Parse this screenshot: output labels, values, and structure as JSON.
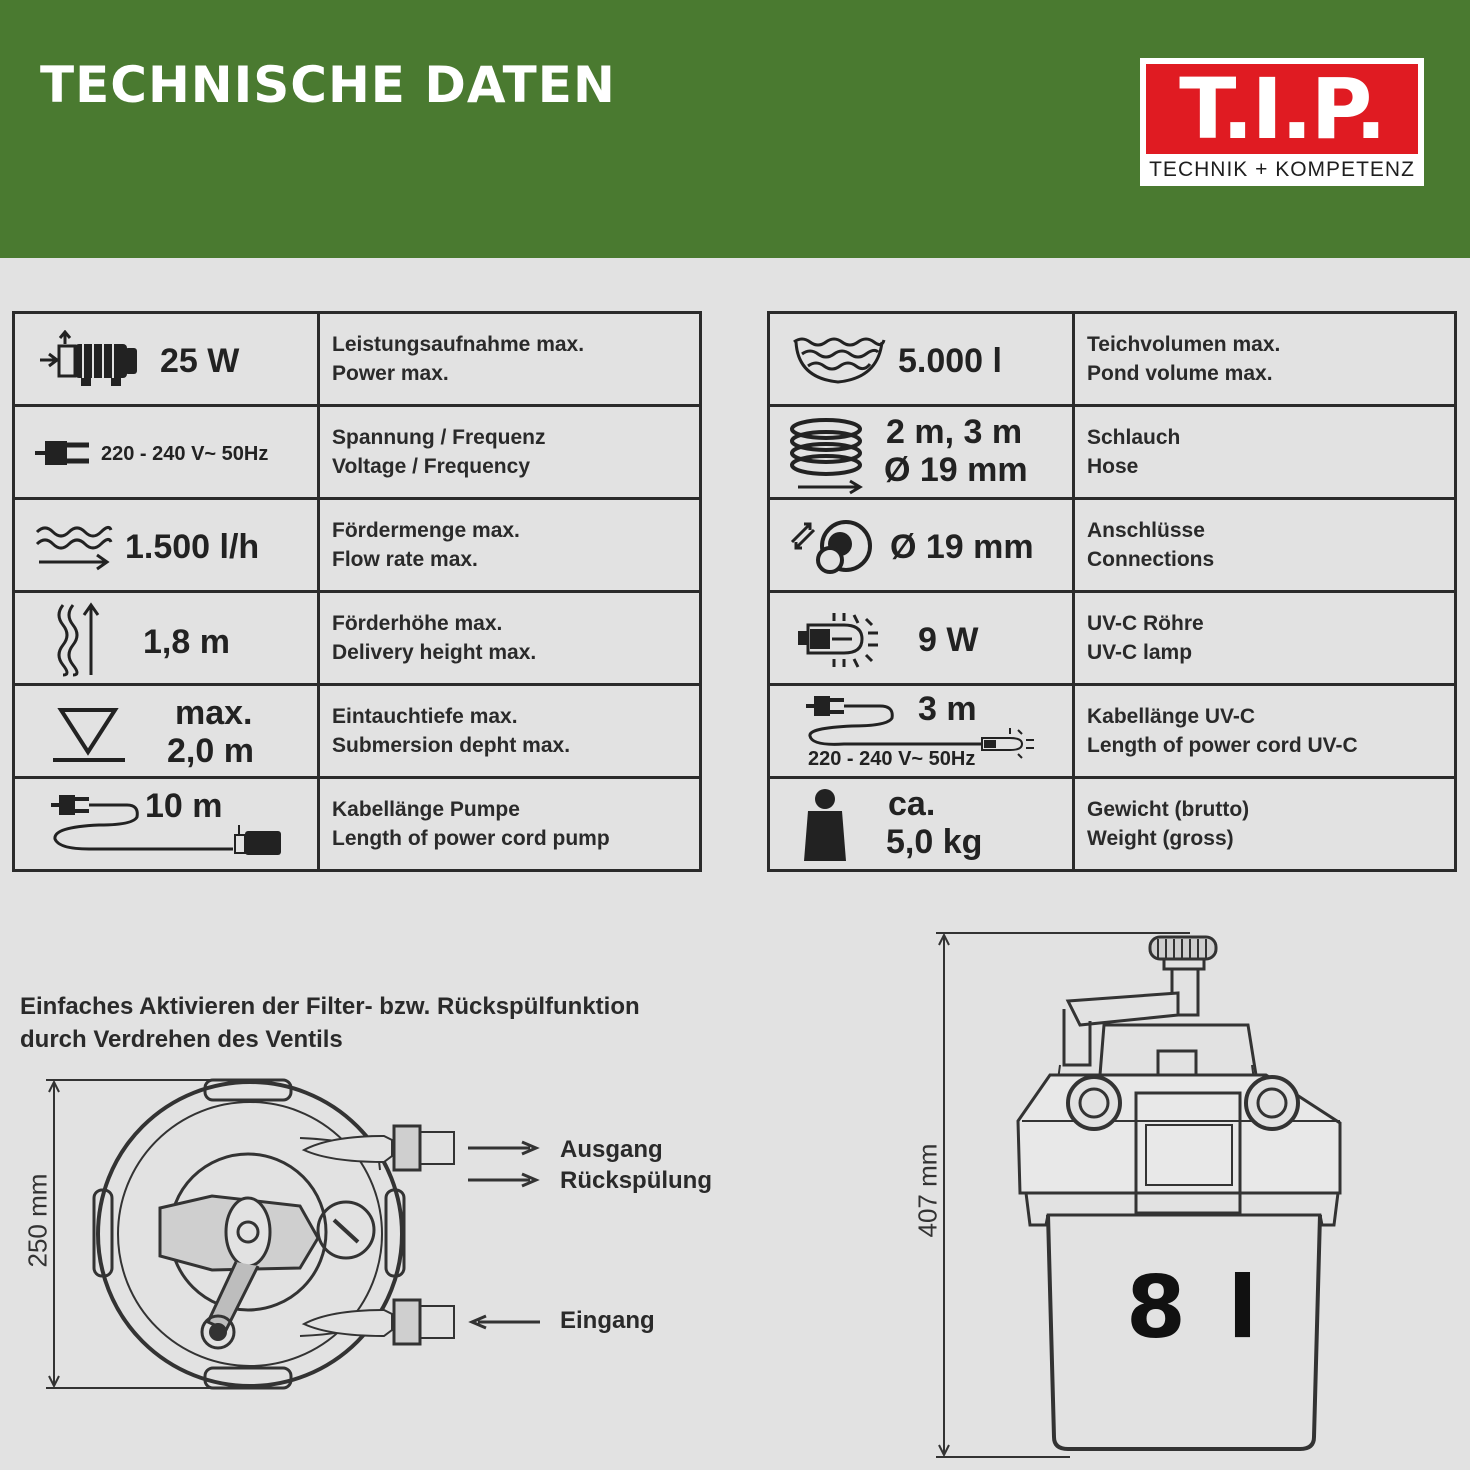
{
  "header": {
    "title": "TECHNISCHE DATEN",
    "logo_main": "T.I.P.",
    "logo_tagline": "TECHNIK + KOMPETENZ"
  },
  "specs_left": [
    {
      "icon": "pump-motor-icon",
      "value": "25 W",
      "de": "Leistungsaufnahme max.",
      "en": "Power max."
    },
    {
      "icon": "plug-icon",
      "value": "220 - 240 V~  50Hz",
      "de": "Spannung / Frequenz",
      "en": "Voltage / Frequency"
    },
    {
      "icon": "water-flow-icon",
      "value": "1.500 l/h",
      "de": "Fördermenge max.",
      "en": "Flow rate max."
    },
    {
      "icon": "delivery-height-icon",
      "value": "1,8 m",
      "de": "Förderhöhe max.",
      "en": "Delivery height max."
    },
    {
      "icon": "submersion-depth-icon",
      "value_line1": "max.",
      "value_line2": "2,0 m",
      "de": "Eintauchtiefe max.",
      "en": "Submersion depht max."
    },
    {
      "icon": "power-cord-pump-icon",
      "value": "10 m",
      "de": "Kabellänge Pumpe",
      "en": "Length of power cord pump"
    }
  ],
  "specs_right": [
    {
      "icon": "pond-waves-icon",
      "value": "5.000 l",
      "de": "Teichvolumen max.",
      "en": "Pond volume max."
    },
    {
      "icon": "hose-coil-icon",
      "value_line1": "2 m, 3 m",
      "value_line2": "Ø 19 mm",
      "de": "Schlauch",
      "en": "Hose"
    },
    {
      "icon": "connection-icon",
      "value": "Ø 19 mm",
      "de": "Anschlüsse",
      "en": "Connections"
    },
    {
      "icon": "uvc-lamp-icon",
      "value": "9 W",
      "de": "UV-C Röhre",
      "en": "UV-C lamp"
    },
    {
      "icon": "uvc-cord-icon",
      "value": "3 m",
      "value_sub": "220 - 240 V~ 50Hz",
      "de": "Kabellänge UV-C",
      "en": "Length of power cord UV-C"
    },
    {
      "icon": "weight-icon",
      "value_line1": "ca.",
      "value_line2": "5,0 kg",
      "de": "Gewicht (brutto)",
      "en": "Weight (gross)"
    }
  ],
  "note": {
    "line1": "Einfaches Aktivieren der Filter- bzw. Rückspülfunktion",
    "line2": "durch Verdrehen des Ventils"
  },
  "top_view": {
    "dimension": "250 mm",
    "label_outlet": "Ausgang",
    "label_backwash": "Rückspülung",
    "label_inlet": "Eingang"
  },
  "side_view": {
    "dimension": "407 mm",
    "volume": "8 l"
  },
  "colors": {
    "header_green": "#4a7a30",
    "logo_red": "#e01b22",
    "background": "#e2e2e2",
    "line": "#2b2b2b"
  }
}
